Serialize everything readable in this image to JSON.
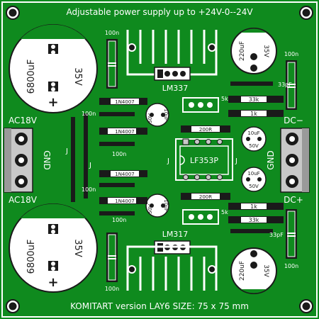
{
  "board": {
    "title": "Adjustable power supply up to +24V-0--24V",
    "footer": "KOMITART version LAY6 SIZE:  75 x 75 mm",
    "colors": {
      "copper": "#0f8a1e",
      "silk": "#ffffff",
      "pad": "#c8c8c8",
      "dark": "#1a1a1a"
    }
  },
  "capacitors": {
    "big_top": {
      "value": "6800uF",
      "voltage": "35V",
      "plus": "+"
    },
    "big_bottom": {
      "value": "6800uF",
      "voltage": "35V",
      "plus": "+"
    },
    "out_top": {
      "value": "220uF",
      "voltage": "35V"
    },
    "out_bottom": {
      "value": "220uF",
      "voltage": "35V"
    },
    "adj_top": {
      "value": "10uF",
      "voltage": "50V"
    },
    "adj_bottom": {
      "value": "10uF",
      "voltage": "50V"
    },
    "mid_top": {
      "value": "10uF",
      "voltage": "50V"
    },
    "mid_bottom": {
      "value": "10uF",
      "voltage": "50V"
    }
  },
  "regulators": {
    "top": "LM337",
    "bottom": "LM317"
  },
  "ic": {
    "label": "LF353P"
  },
  "diodes": [
    "1N4007",
    "1N4007",
    "1N4007",
    "1N4007"
  ],
  "labels": {
    "ac_top": "AC18V",
    "ac_bottom": "AC18V",
    "gnd_left": "GND",
    "gnd_right": "GND",
    "dc_minus": "DC−",
    "dc_plus": "DC+",
    "jumper": "J",
    "c100n": "100n",
    "c33p": "33pF",
    "r33k": "33k",
    "r1k": "1k",
    "r200": "200R",
    "pot5k": "5k"
  }
}
